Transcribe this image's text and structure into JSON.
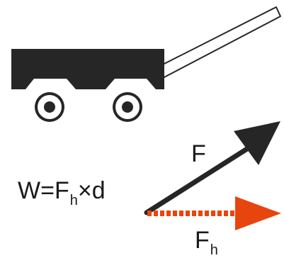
{
  "formula": {
    "lhs": "W=F",
    "sub": "h",
    "rhs": "×d"
  },
  "force_label": "F",
  "horizontal_force_label": {
    "main": "F",
    "sub": "h"
  },
  "colors": {
    "wagon_body": "#262626",
    "wheel_ring": "#ffffff",
    "handle_fill": "#ffffff",
    "outline": "#262626",
    "force_arrow": "#262626",
    "horizontal_arrow": "#e8450e"
  }
}
